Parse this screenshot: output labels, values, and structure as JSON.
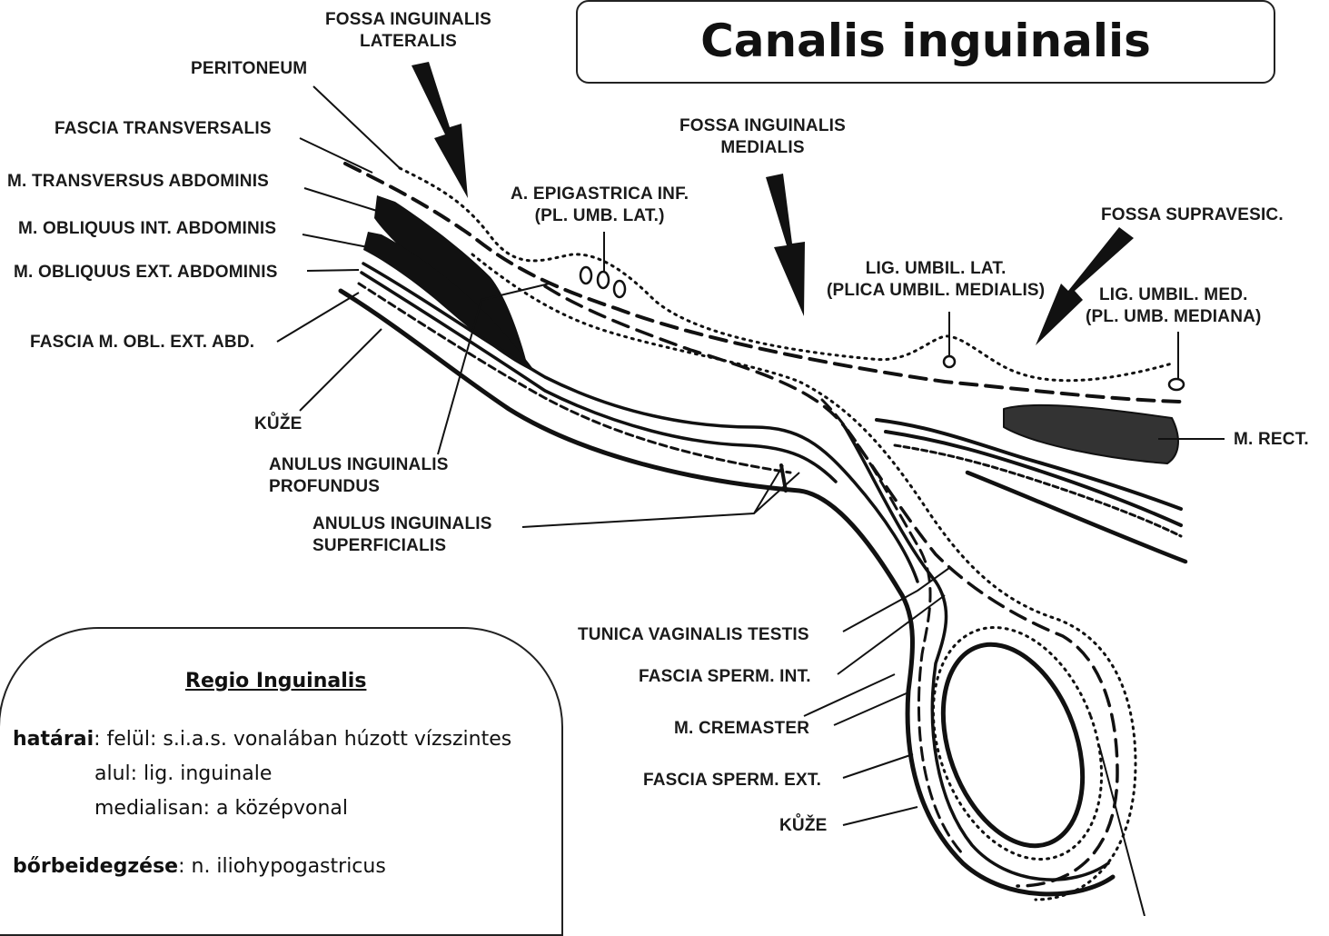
{
  "title": "Canalis inguinalis",
  "labels": {
    "fossa_lat": [
      "FOSSA INGUINALIS",
      "LATERALIS"
    ],
    "peritoneum": "PERITONEUM",
    "fascia_transversalis": "FASCIA TRANSVERSALIS",
    "m_transversus": "M. TRANSVERSUS ABDOMINIS",
    "m_obliquus_int": "M. OBLIQUUS INT. ABDOMINIS",
    "m_obliquus_ext": "M. OBLIQUUS EXT. ABDOMINIS",
    "fascia_m_obl": "FASCIA M. OBL. EXT. ABD.",
    "kuze_1": "KŮŽE",
    "anulus_prof": [
      "ANULUS INGUINALIS",
      "PROFUNDUS"
    ],
    "anulus_sup": [
      "ANULUS INGUINALIS",
      "SUPERFICIALIS"
    ],
    "a_epigastrica": [
      "A. EPIGASTRICA INF.",
      "(PL. UMB. LAT.)"
    ],
    "fossa_med": [
      "FOSSA INGUINALIS",
      "MEDIALIS"
    ],
    "fossa_supravesic": "FOSSA SUPRAVESIC.",
    "lig_umbil_lat": [
      "LIG. UMBIL. LAT.",
      "(PLICA UMBIL. MEDIALIS)"
    ],
    "lig_umbil_med": [
      "LIG. UMBIL. MED.",
      "(PL. UMB. MEDIANA)"
    ],
    "m_rect": "M. RECT.",
    "tunica_vag": "TUNICA VAGINALIS TESTIS",
    "fascia_sperm_int": "FASCIA SPERM. INT.",
    "m_cremaster": "M. CREMASTER",
    "fascia_sperm_ext": "FASCIA SPERM. EXT.",
    "kuze_2": "KŮŽE"
  },
  "info": {
    "heading": "Regio Inguinalis",
    "hatarai_label": "határai",
    "hatarai_line1": ": felül: s.i.a.s. vonalában húzott vízszintes",
    "hatarai_line2": "alul: lig. inguinale",
    "hatarai_line3": "medialisan: a középvonal",
    "borbeidegzes_label": "bőrbeidegzése",
    "borbeidegzes_value": ": n. iliohypogastricus"
  }
}
